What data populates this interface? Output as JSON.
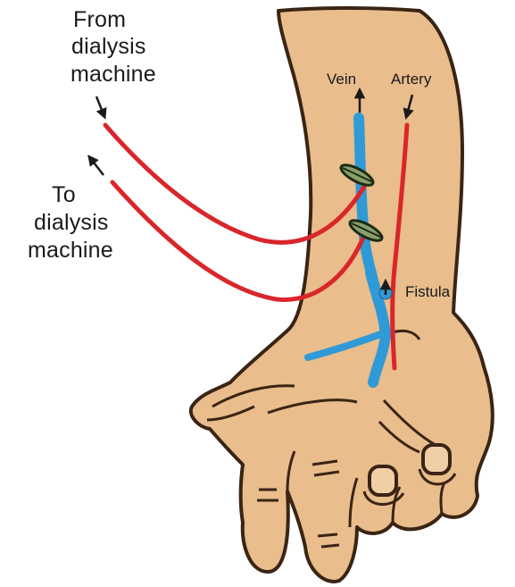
{
  "labels": {
    "from_line1": "From",
    "from_line2": "dialysis",
    "from_line3": "machine",
    "to_line1": "To",
    "to_line2": "dialysis",
    "to_line3": "machine",
    "vein": "Vein",
    "artery": "Artery",
    "fistula": "Fistula"
  },
  "colors": {
    "skin": "#e9bd8c",
    "skin_outline": "#3a2414",
    "vein": "#2f9ad6",
    "artery": "#d9262b",
    "tube": "#d9262b",
    "text": "#1a1a1a"
  }
}
